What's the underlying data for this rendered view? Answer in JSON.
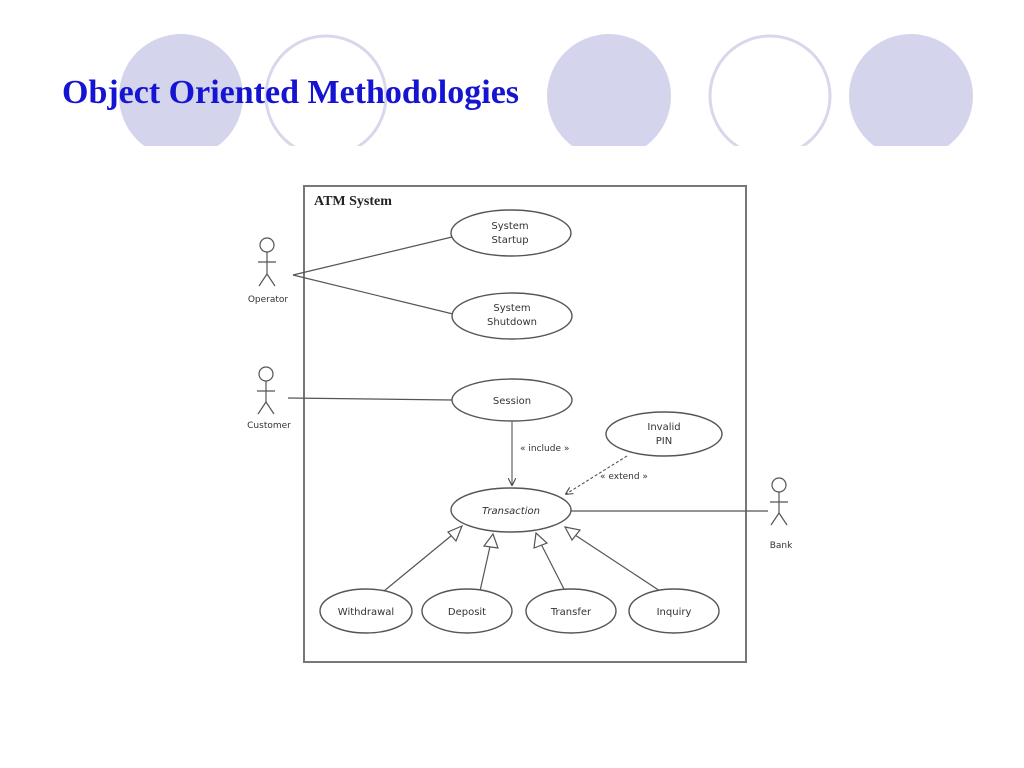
{
  "slide": {
    "title": "Object Oriented Methodologies",
    "accent_color": "#1414d2",
    "circle_fill": "#d4d4ec",
    "circle_stroke": "#d8d8ec"
  },
  "diagram": {
    "system_name": "ATM System",
    "actors": {
      "operator": "Operator",
      "customer": "Customer",
      "bank": "Bank"
    },
    "use_cases": {
      "startup": [
        "System",
        "Startup"
      ],
      "shutdown": [
        "System",
        "Shutdown"
      ],
      "session": "Session",
      "invalid_pin": [
        "Invalid",
        "PIN"
      ],
      "transaction": "Transaction",
      "withdrawal": "Withdrawal",
      "deposit": "Deposit",
      "transfer": "Transfer",
      "inquiry": "Inquiry"
    },
    "relations": {
      "include": "« include »",
      "extend": "« extend »"
    }
  }
}
